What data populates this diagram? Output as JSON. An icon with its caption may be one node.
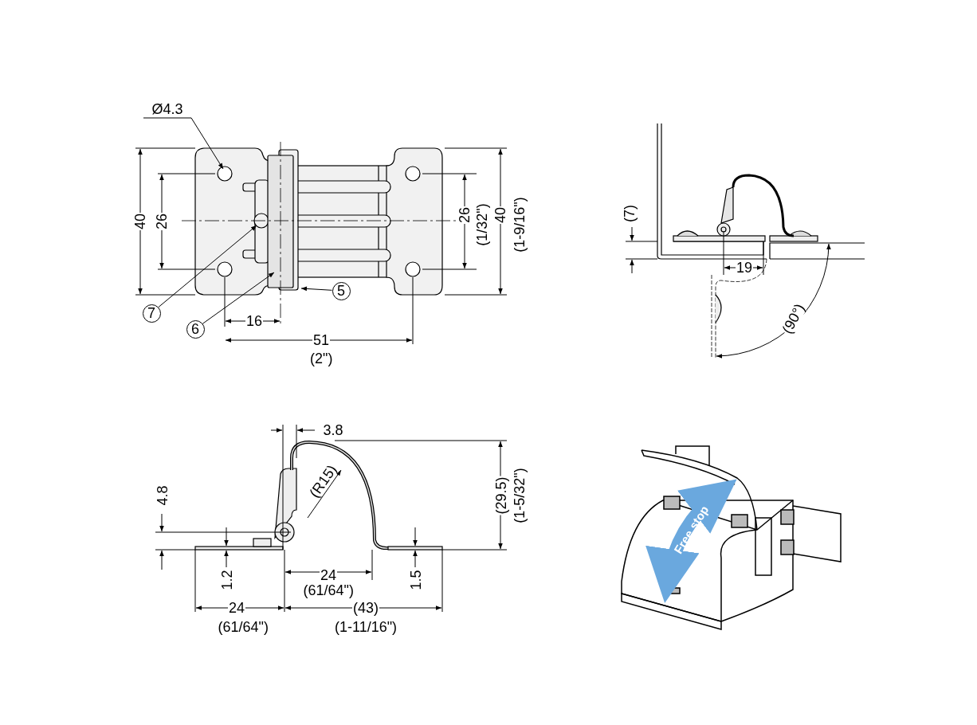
{
  "diagram": {
    "nodes": [
      {
        "text": [
          "Ø4.3"
        ]
      },
      {
        "text": [
          "7"
        ]
      },
      {
        "text": [
          "6"
        ]
      },
      {
        "text": [
          "5"
        ]
      }
    ],
    "edges": [
      {
        "from": 0,
        "to": null,
        "arrow": "to"
      },
      {
        "from": 1,
        "to": null,
        "arrow": "to"
      },
      {
        "from": 2,
        "to": null,
        "arrow": "to"
      },
      {
        "from": 3,
        "to": null,
        "arrow": "to"
      }
    ],
    "labels": [
      "40",
      "26",
      "26",
      "(1/32\")",
      "40",
      "(1-9/16\")",
      "16",
      "51",
      "(2\")",
      "(7)",
      "19",
      "(90°)",
      "3.8",
      "4.8",
      "(R15)",
      "(29.5)",
      "(1-5/32\")",
      "1.2",
      "24",
      "(61/64\")",
      "1.5",
      "24",
      "(61/64\")",
      "(43)",
      "(1-11/16\")",
      "Free stop"
    ]
  }
}
